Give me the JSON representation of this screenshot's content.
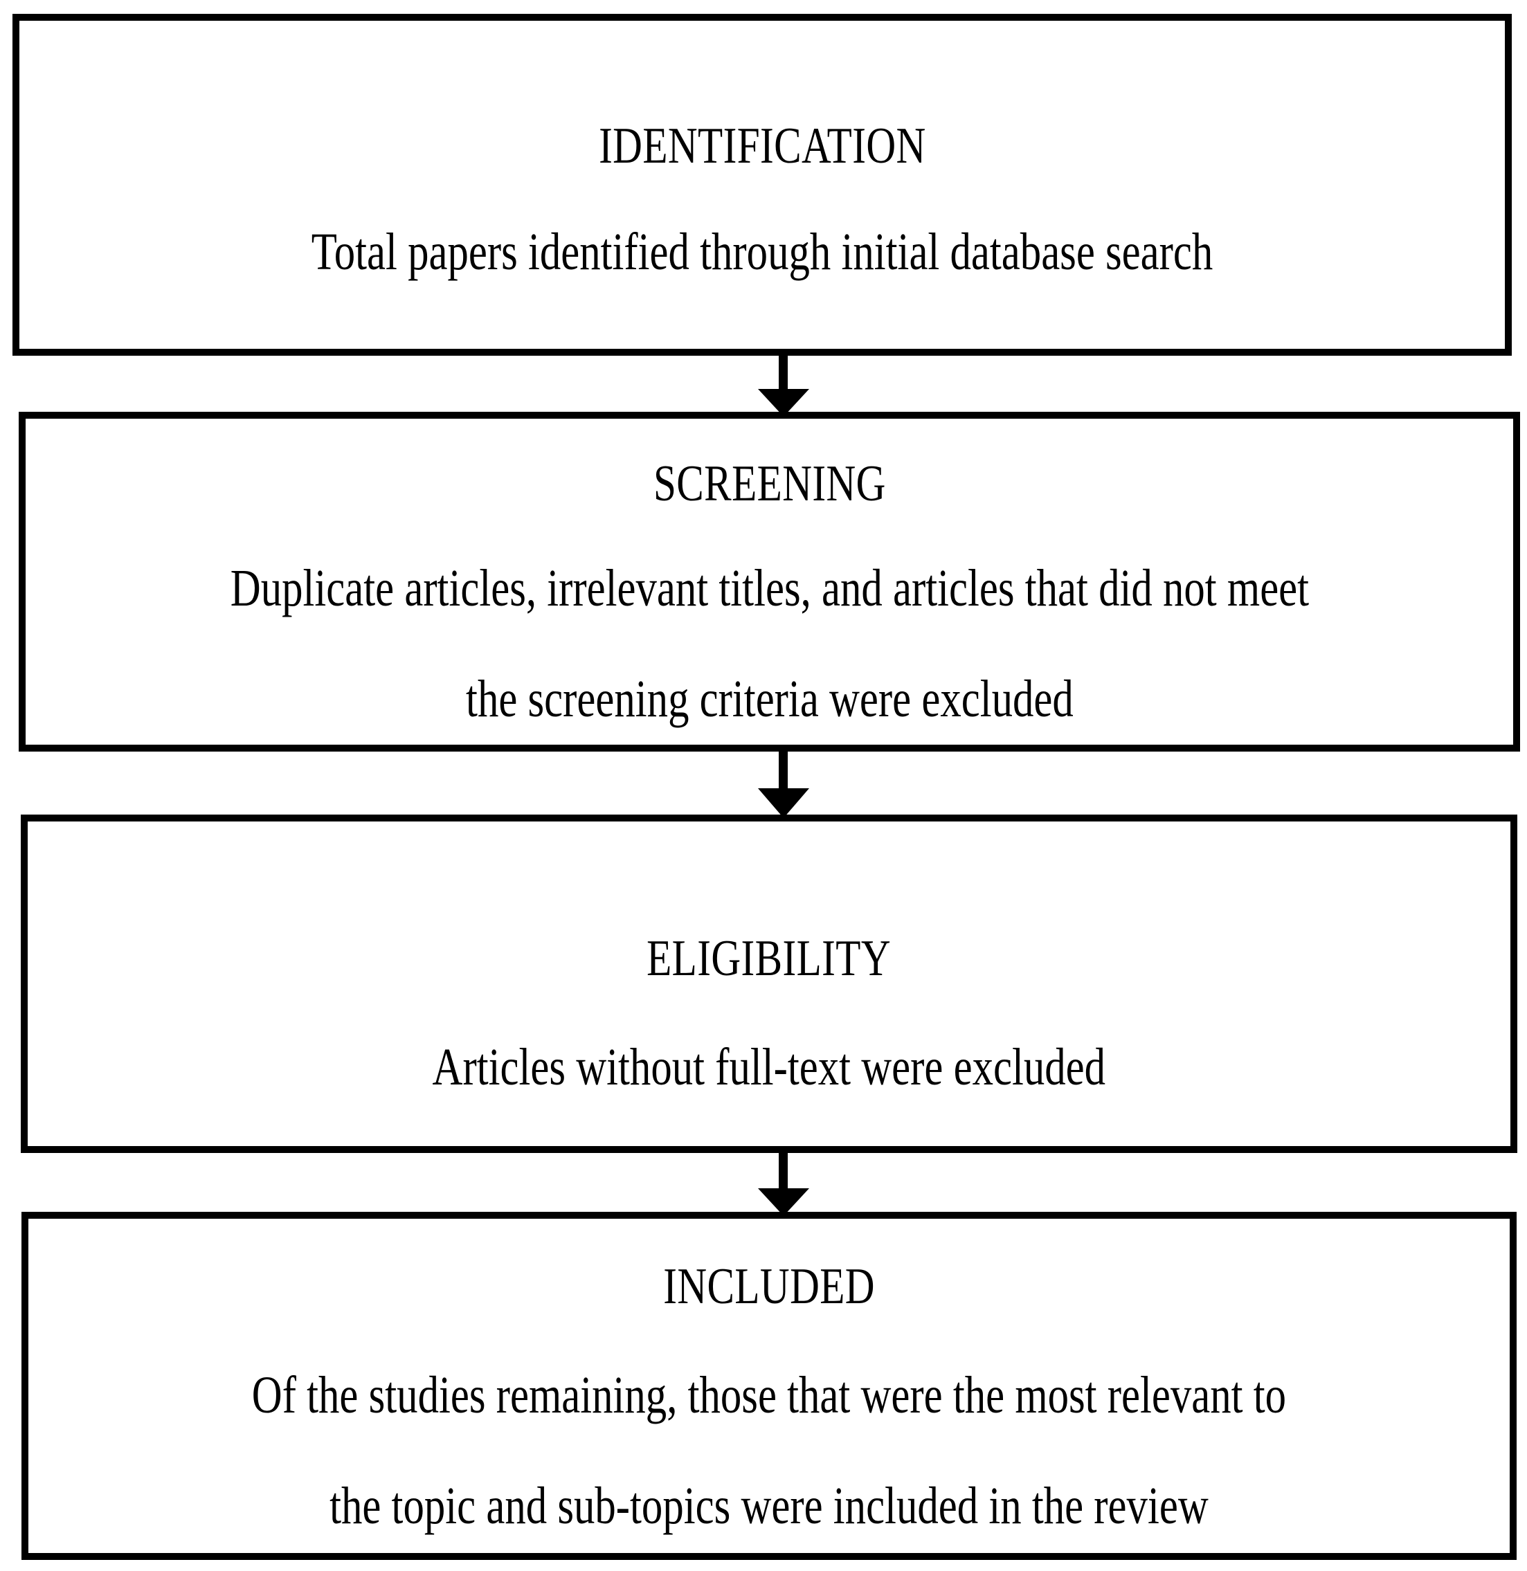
{
  "diagram": {
    "type": "prisma-flow-diagram",
    "orientation": "vertical",
    "colors": {
      "border": "#000000",
      "background": "#ffffff",
      "text": "#000000",
      "arrow": "#000000"
    },
    "stages": [
      {
        "id": "identification",
        "title": "IDENTIFICATION",
        "lines": [
          "Total papers identified through initial database search"
        ]
      },
      {
        "id": "screening",
        "title": "SCREENING",
        "lines": [
          "Duplicate articles, irrelevant titles, and articles that did not meet",
          "the screening criteria were excluded"
        ]
      },
      {
        "id": "eligibility",
        "title": "ELIGIBILITY",
        "lines": [
          "Articles without full-text were excluded"
        ]
      },
      {
        "id": "included",
        "title": "INCLUDED",
        "lines": [
          "Of the studies remaining, those that were the most relevant to",
          "the topic and sub-topics were included in the review"
        ]
      }
    ],
    "connectors": [
      {
        "id": "identification-to-screening",
        "icon": "down-arrow-icon"
      },
      {
        "id": "screening-to-eligibility",
        "icon": "down-arrow-icon"
      },
      {
        "id": "eligibility-to-included",
        "icon": "down-arrow-icon"
      }
    ]
  }
}
